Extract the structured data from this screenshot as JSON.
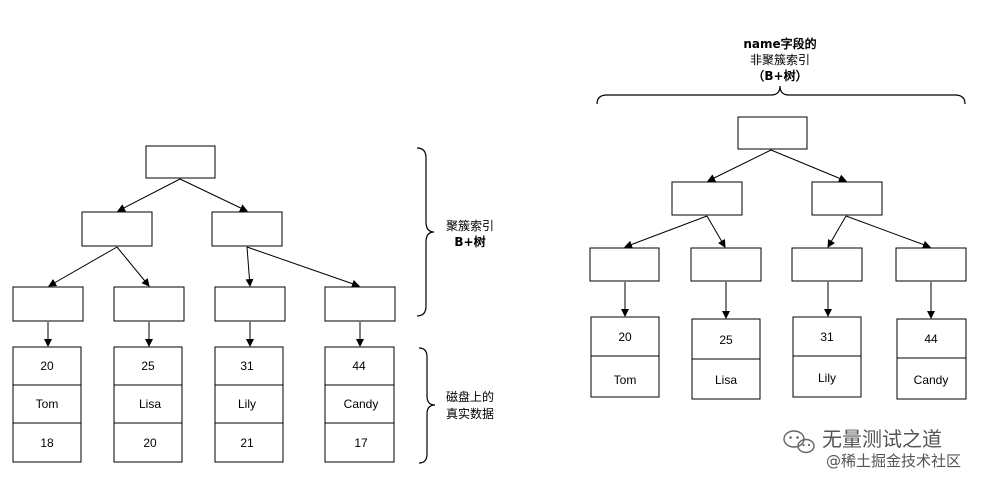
{
  "left_tree": {
    "label_index": [
      "聚簇索引",
      "B+树"
    ],
    "label_data": [
      "磁盘上的",
      "真实数据"
    ],
    "records": [
      {
        "id": "20",
        "name": "Tom",
        "age": "18"
      },
      {
        "id": "25",
        "name": "Lisa",
        "age": "20"
      },
      {
        "id": "31",
        "name": "Lily",
        "age": "21"
      },
      {
        "id": "44",
        "name": "Candy",
        "age": "17"
      }
    ]
  },
  "right_tree": {
    "label": [
      "name字段的",
      "非聚簇索引",
      "（B+树）"
    ],
    "records": [
      {
        "id": "20",
        "name": "Tom"
      },
      {
        "id": "25",
        "name": "Lisa"
      },
      {
        "id": "31",
        "name": "Lily"
      },
      {
        "id": "44",
        "name": "Candy"
      }
    ]
  },
  "watermark": {
    "line1": "无量测试之道",
    "line2": "@稀土掘金技术社区",
    "icon": "wechat-icon"
  }
}
